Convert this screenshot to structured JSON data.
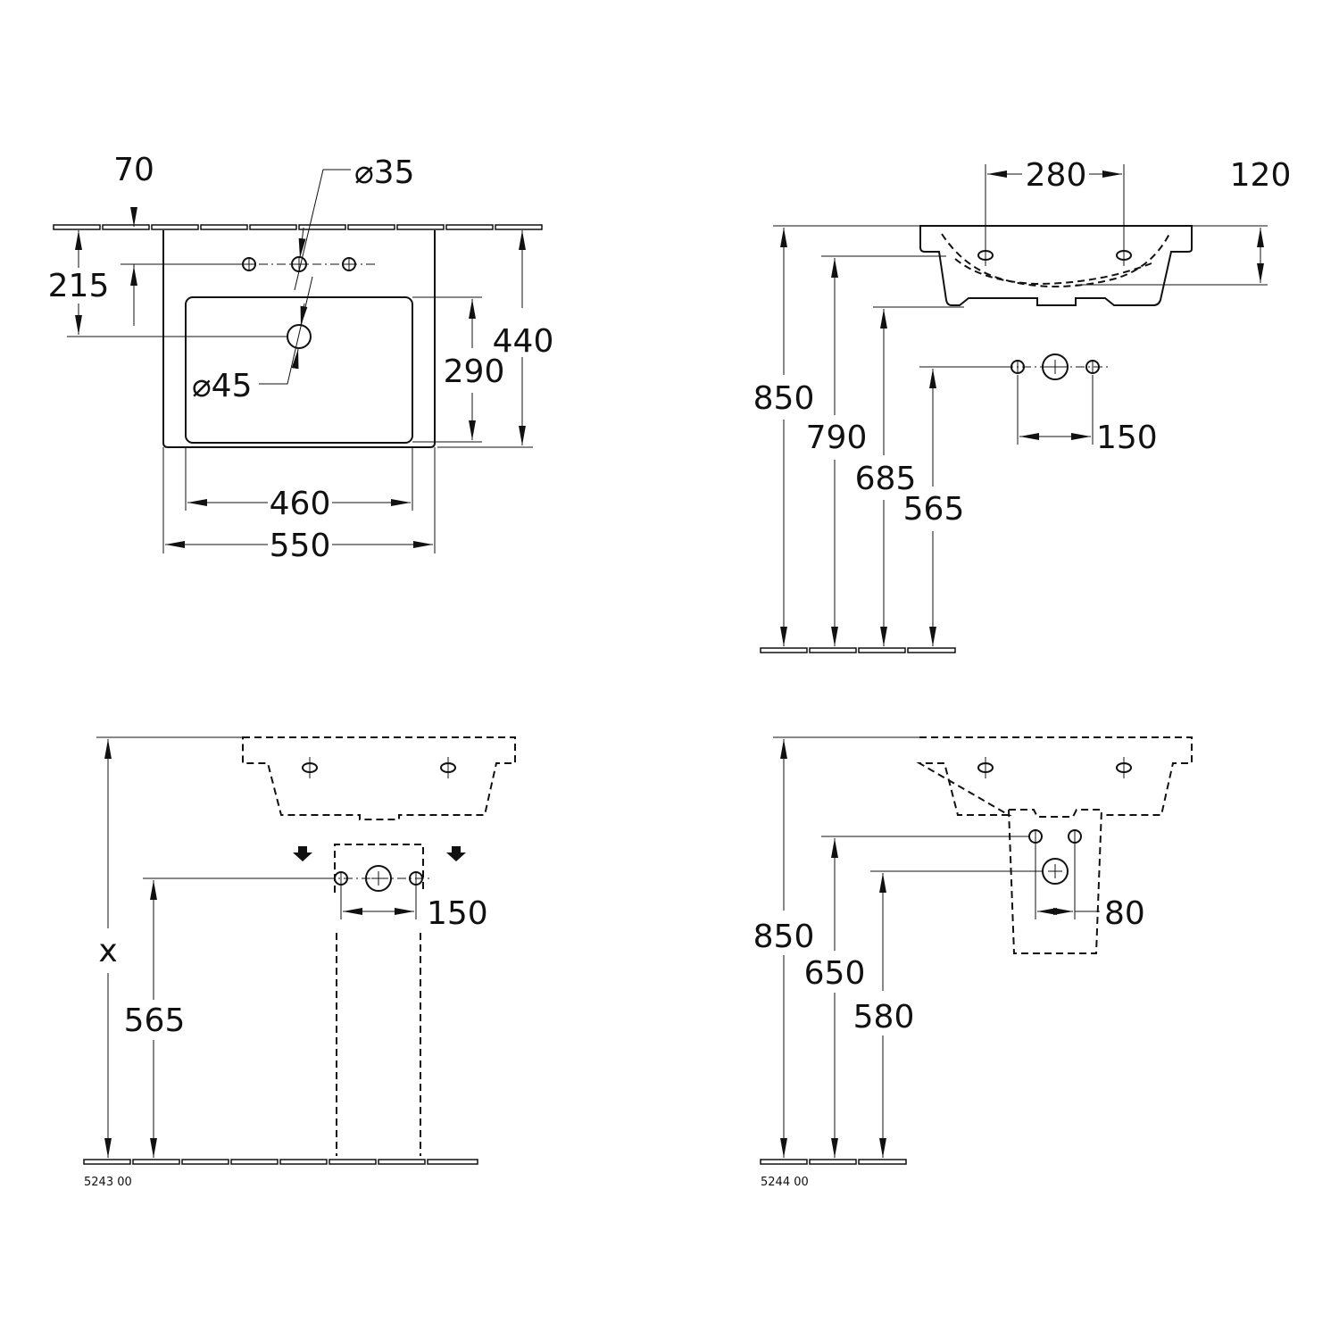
{
  "top_view": {
    "d_70": "70",
    "d_35": "⌀35",
    "d_215": "215",
    "d_440": "440",
    "d_290": "290",
    "d_45": "⌀45",
    "d_460": "460",
    "d_550": "550"
  },
  "side_view": {
    "d_280": "280",
    "d_120": "120",
    "d_850": "850",
    "d_790": "790",
    "d_685": "685",
    "d_565": "565",
    "d_150": "150"
  },
  "pedestal_view": {
    "d_x": "x",
    "d_565": "565",
    "d_150": "150",
    "ref": "5243 00"
  },
  "semi_pedestal_view": {
    "d_850": "850",
    "d_650": "650",
    "d_580": "580",
    "d_80": "80",
    "ref": "5244 00"
  }
}
